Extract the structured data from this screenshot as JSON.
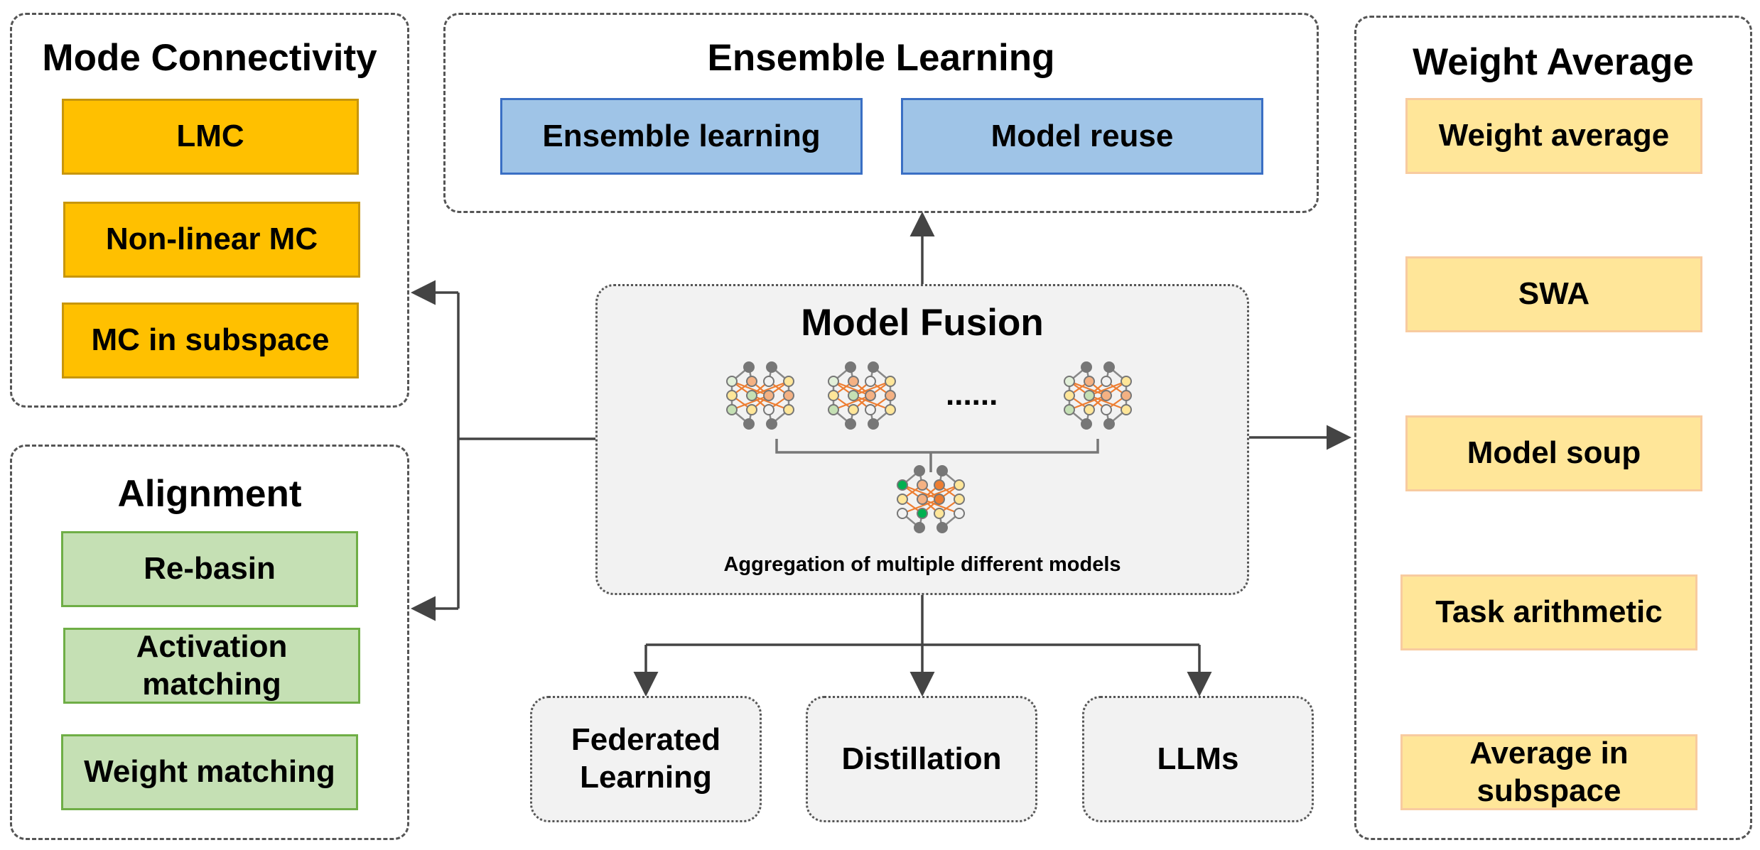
{
  "mode_connectivity": {
    "title": "Mode Connectivity",
    "items": [
      "LMC",
      "Non-linear MC",
      "MC in subspace"
    ]
  },
  "alignment": {
    "title": "Alignment",
    "items": [
      "Re-basin",
      "Activation matching",
      "Weight matching"
    ]
  },
  "ensemble": {
    "title": "Ensemble Learning",
    "items": [
      "Ensemble learning",
      "Model reuse"
    ]
  },
  "weight_average": {
    "title": "Weight Average",
    "items": [
      "Weight average",
      "SWA",
      "Model soup",
      "Task arithmetic",
      "Average in subspace"
    ]
  },
  "model_fusion": {
    "title": "Model Fusion",
    "ellipsis": "......",
    "caption": "Aggregation of multiple different models"
  },
  "applications": [
    "Federated Learning",
    "Distillation",
    "LLMs"
  ],
  "colors": {
    "orange": "#ffc000",
    "blue": "#9fc4e7",
    "yellow": "#ffe699",
    "green": "#c5e0b4",
    "node_orange": "#f4b183",
    "edge_orange": "#ed7d31",
    "node_green": "#00b050"
  },
  "icons": [
    "neural-network-icon"
  ]
}
